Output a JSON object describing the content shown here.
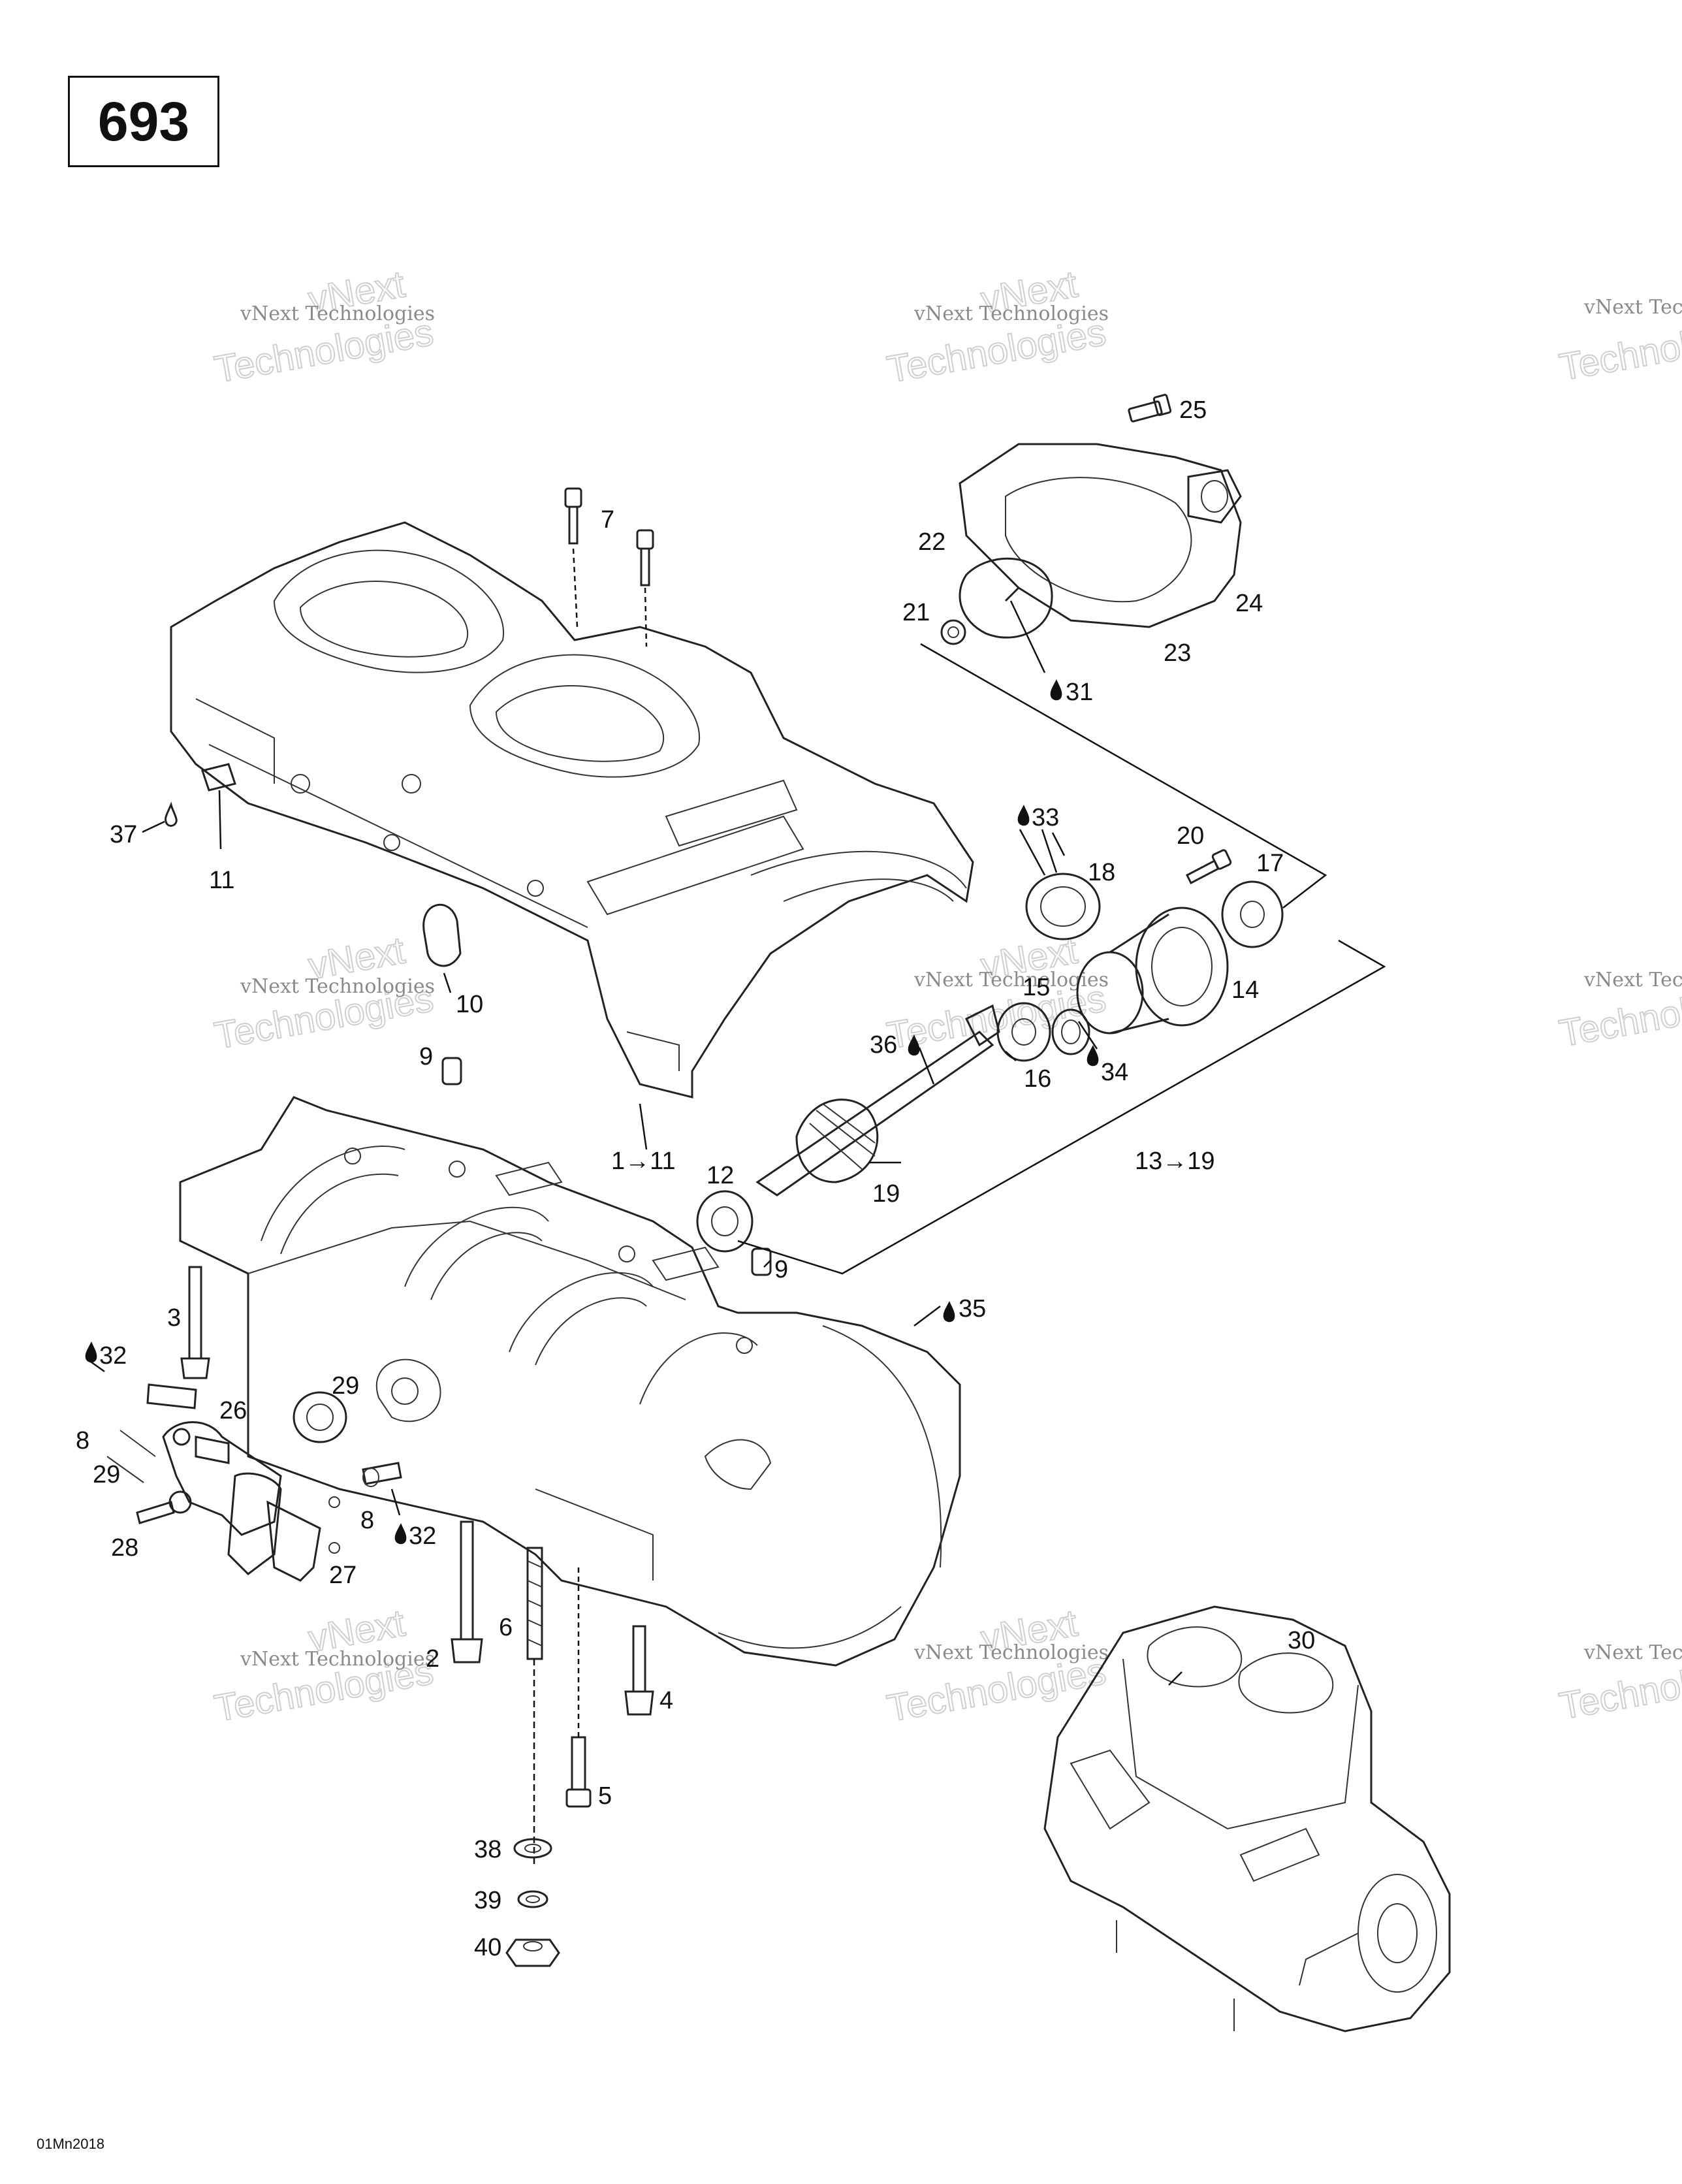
{
  "page_number": "693",
  "drawing_code": "01Mn2018",
  "watermark": {
    "line1": "vNext Technologies",
    "line2": "Technologies",
    "line3": "vNext"
  },
  "callouts": {
    "c1_11_top": "1→11",
    "c3": "3",
    "c4": "4",
    "c5": "5",
    "c6": "6",
    "c7": "7",
    "c8a": "8",
    "c8b": "8",
    "c9a": "9",
    "c9b": "9",
    "c10": "10",
    "c11": "11",
    "c12": "12",
    "c13_19": "13→19",
    "c14": "14",
    "c15": "15",
    "c16": "16",
    "c17": "17",
    "c18": "18",
    "c19": "19",
    "c20": "20",
    "c21": "21",
    "c22": "22",
    "c23": "23",
    "c24": "24",
    "c25": "25",
    "c26": "26",
    "c27": "27",
    "c28": "28",
    "c29a": "29",
    "c29b": "29",
    "c30": "30",
    "c31": "31",
    "c32a": "32",
    "c32b": "32",
    "c33": "33",
    "c34": "34",
    "c35": "35",
    "c36": "36",
    "c37": "37",
    "c38": "38",
    "c39": "39",
    "c40": "40",
    "c2": "2"
  }
}
